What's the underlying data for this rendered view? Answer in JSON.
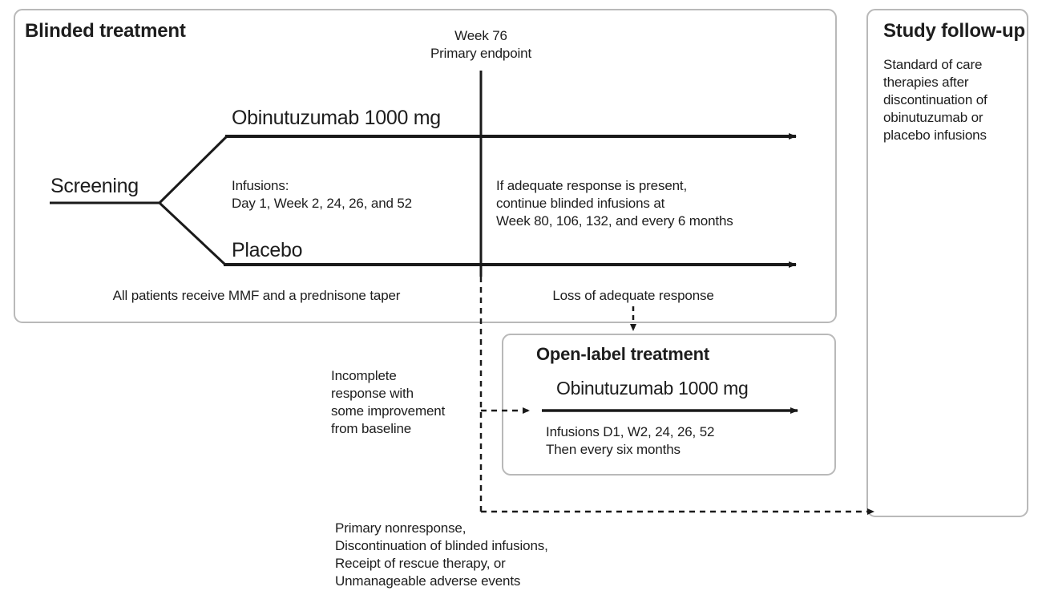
{
  "diagram": {
    "type": "clinical-trial-flow",
    "blinded_panel": {
      "title": "Blinded treatment",
      "screening_label": "Screening",
      "arm_top_label": "Obinutuzumab 1000 mg",
      "arm_bottom_label": "Placebo",
      "infusions_note": "Infusions:\nDay 1, Week 2, 24, 26, and 52",
      "adequate_response_note": "If adequate response is present,\ncontinue blinded infusions at\nWeek 80, 106, 132, and every 6 months",
      "background_therapy_note": "All patients receive MMF and a prednisone taper"
    },
    "endpoint_marker": {
      "line1": "Week 76",
      "line2": "Primary endpoint"
    },
    "loss_of_response_label": "Loss of adequate response",
    "incomplete_response_note": "Incomplete\nresponse with\nsome improvement\nfrom baseline",
    "open_label_panel": {
      "title": "Open-label treatment",
      "arm_label": "Obinutuzumab 1000 mg",
      "infusions_note": "Infusions D1, W2, 24, 26, 52\nThen every six months"
    },
    "discontinuation_criteria": "Primary nonresponse,\nDiscontinuation of blinded infusions,\nReceipt of rescue therapy, or\nUnmanageable adverse events",
    "follow_up_panel": {
      "title": "Study follow-up",
      "body": "Standard of care\ntherapies after\ndiscontinuation of\nobinutuzumab or\nplacebo infusions"
    },
    "colors": {
      "stroke": "#1a1a1a",
      "panel_border": "#b9b9b9",
      "background": "#ffffff",
      "text": "#1d1d1d"
    }
  }
}
